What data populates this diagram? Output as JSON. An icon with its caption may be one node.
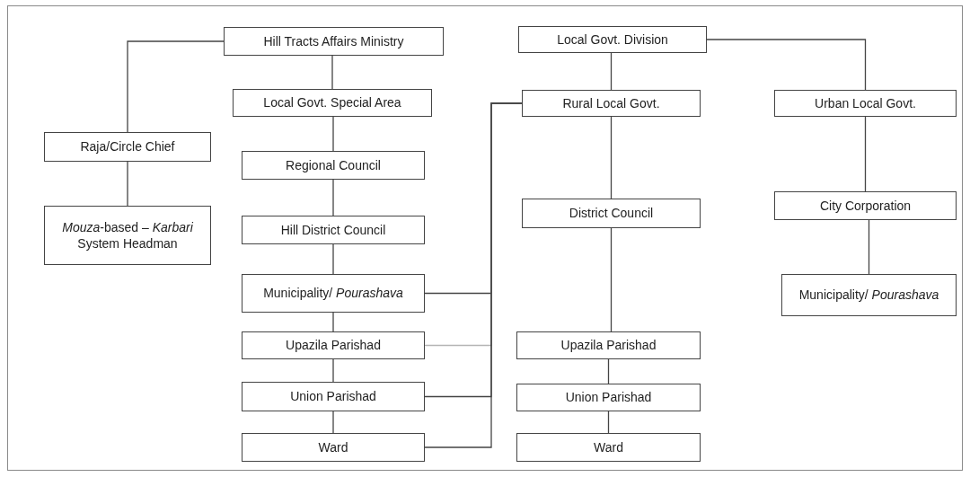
{
  "diagram": {
    "nodes": [
      {
        "text": [
          "Hill Tracts Affairs Ministry"
        ]
      },
      {
        "text": [
          "Raja/Circle Chief"
        ]
      },
      {
        "text": [
          "*Mouza*-based – *Karbari* System Headman"
        ]
      },
      {
        "text": [
          "Local Govt. Special Area"
        ]
      },
      {
        "text": [
          "Regional Council"
        ]
      },
      {
        "text": [
          "Hill District Council"
        ]
      },
      {
        "text": [
          "Municipality/ *Pourashava*"
        ]
      },
      {
        "text": [
          "Upazila Parishad"
        ]
      },
      {
        "text": [
          "Union Parishad"
        ]
      },
      {
        "text": [
          "Ward"
        ]
      },
      {
        "text": [
          "Local Govt. Division"
        ]
      },
      {
        "text": [
          "Rural Local Govt."
        ]
      },
      {
        "text": [
          "Urban Local Govt."
        ]
      },
      {
        "text": [
          "District Council"
        ]
      },
      {
        "text": [
          "Upazila Parishad"
        ]
      },
      {
        "text": [
          "Union Parishad"
        ]
      },
      {
        "text": [
          "Ward"
        ]
      },
      {
        "text": [
          "City Corporation"
        ]
      },
      {
        "text": [
          "Municipality/ *Pourashava*"
        ]
      }
    ],
    "edges": [
      {
        "from": 0,
        "to": 1,
        "arrow": "none"
      },
      {
        "from": 1,
        "to": 2,
        "arrow": "none"
      },
      {
        "from": 0,
        "to": 3,
        "arrow": "none"
      },
      {
        "from": 3,
        "to": 4,
        "arrow": "none"
      },
      {
        "from": 4,
        "to": 5,
        "arrow": "none"
      },
      {
        "from": 5,
        "to": 6,
        "arrow": "none"
      },
      {
        "from": 6,
        "to": 7,
        "arrow": "none"
      },
      {
        "from": 7,
        "to": 8,
        "arrow": "none"
      },
      {
        "from": 8,
        "to": 9,
        "arrow": "none"
      },
      {
        "from": 10,
        "to": 11,
        "arrow": "none"
      },
      {
        "from": 10,
        "to": 12,
        "arrow": "none"
      },
      {
        "from": 11,
        "to": 13,
        "arrow": "none"
      },
      {
        "from": 13,
        "to": 14,
        "arrow": "none"
      },
      {
        "from": 14,
        "to": 15,
        "arrow": "none"
      },
      {
        "from": 15,
        "to": 16,
        "arrow": "none"
      },
      {
        "from": 12,
        "to": 17,
        "arrow": "none"
      },
      {
        "from": 17,
        "to": 18,
        "arrow": "none"
      },
      {
        "from": 11,
        "to": 6,
        "arrow": "none"
      },
      {
        "from": 11,
        "to": 7,
        "arrow": "none",
        "color": "#b4b4b4"
      },
      {
        "from": 11,
        "to": 8,
        "arrow": "none"
      },
      {
        "from": 11,
        "to": 9,
        "arrow": "none"
      }
    ]
  }
}
